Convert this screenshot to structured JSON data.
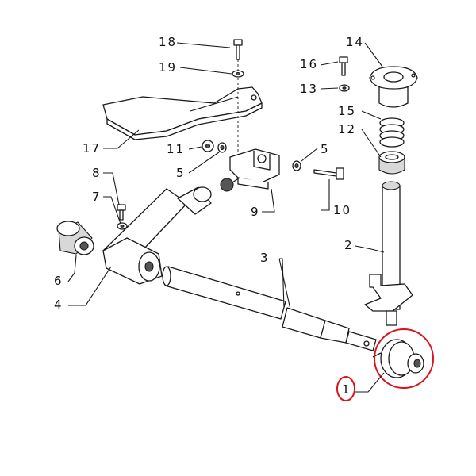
{
  "diagram": {
    "callouts": {
      "c1": "1",
      "c2": "2",
      "c3": "3",
      "c4": "4",
      "c5a": "5",
      "c5b": "5",
      "c6": "6",
      "c7": "7",
      "c8": "8",
      "c9": "9",
      "c10": "10",
      "c11": "11",
      "c12": "12",
      "c13": "13",
      "c14": "14",
      "c15": "15",
      "c16": "16",
      "c17": "17",
      "c18": "18",
      "c19": "19"
    },
    "highlight_color": "#d9141c"
  }
}
